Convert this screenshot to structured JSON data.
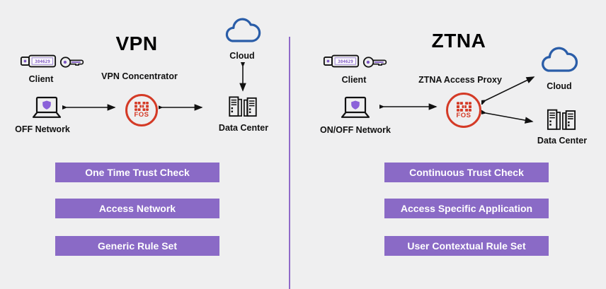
{
  "colors": {
    "background": "#efeff0",
    "banner_purple": "#8a6ac6",
    "divider_purple": "#8f6ac9",
    "fortinet_red": "#d43a26",
    "cloud_blue": "#2a5da8",
    "accent_purple": "#7e57c2"
  },
  "vpn": {
    "title": "VPN",
    "client_label": "Client",
    "token_code": "384629",
    "gateway_label": "VPN Concentrator",
    "fos_label": "FOS",
    "network_label": "OFF Network",
    "cloud_label": "Cloud",
    "datacenter_label": "Data Center",
    "banners": [
      "One Time Trust Check",
      "Access Network",
      "Generic Rule Set"
    ]
  },
  "ztna": {
    "title": "ZTNA",
    "client_label": "Client",
    "token_code": "384629",
    "gateway_label": "ZTNA Access Proxy",
    "fos_label": "FOS",
    "network_label": "ON/OFF Network",
    "cloud_label": "Cloud",
    "datacenter_label": "Data Center",
    "banners": [
      "Continuous Trust Check",
      "Access Specific Application",
      "User Contextual Rule Set"
    ]
  }
}
